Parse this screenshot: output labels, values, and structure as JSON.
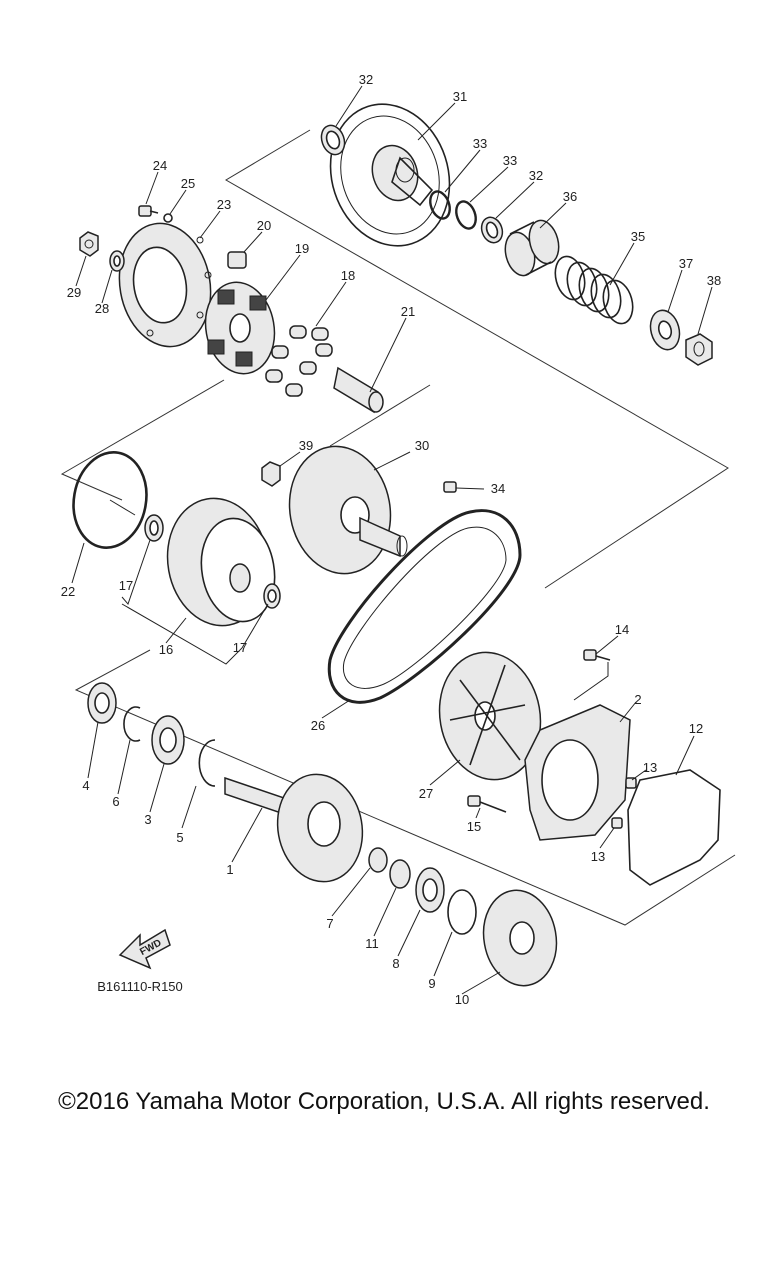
{
  "figure_code": "B161110-R150",
  "fwd_label": "FWD",
  "copyright": "©2016 Yamaha Motor Corporation, U.S.A. All rights reserved.",
  "callouts": [
    "32",
    "31",
    "33",
    "33",
    "32",
    "36",
    "35",
    "37",
    "38",
    "24",
    "25",
    "23",
    "20",
    "19",
    "18",
    "21",
    "29",
    "28",
    "39",
    "30",
    "34",
    "22",
    "17",
    "16",
    "17",
    "26",
    "14",
    "2",
    "12",
    "13",
    "13",
    "15",
    "27",
    "4",
    "6",
    "3",
    "5",
    "1",
    "7",
    "11",
    "8",
    "9",
    "10"
  ]
}
